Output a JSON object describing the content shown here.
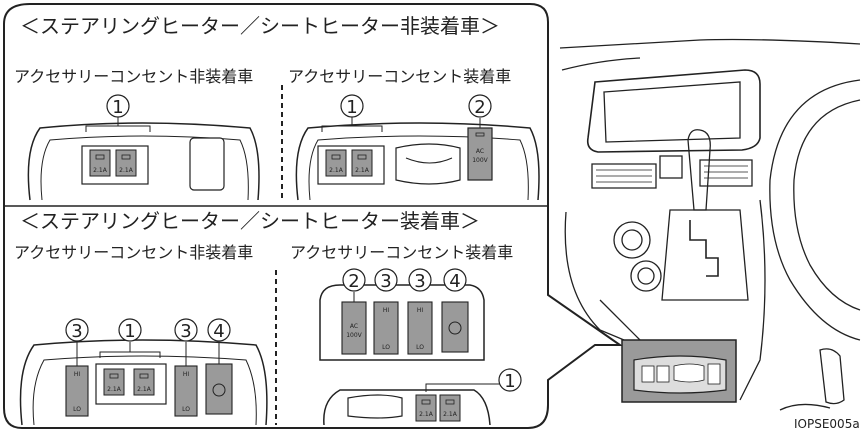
{
  "headers": {
    "without_heaters": "＜ステアリングヒーター／シートヒーター非装着車＞",
    "with_heaters": "＜ステアリングヒーター／シートヒーター装着車＞"
  },
  "subheaders": {
    "top_left": "アクセサリーコンセント非装着車",
    "top_right": "アクセサリーコンセント装着車",
    "bottom_left": "アクセサリーコンセント非装着車",
    "bottom_right": "アクセサリーコンセント装着車"
  },
  "callouts": {
    "usb": "1",
    "ac_outlet": "2",
    "seat_heater": "3",
    "steering_heater": "4"
  },
  "panel_text": {
    "usb_rating": "2.1A",
    "ac_top": "AC",
    "ac_bottom": "100V",
    "heater_hi": "HI",
    "heater_lo": "LO"
  },
  "figure_code": "IOPSE005a"
}
